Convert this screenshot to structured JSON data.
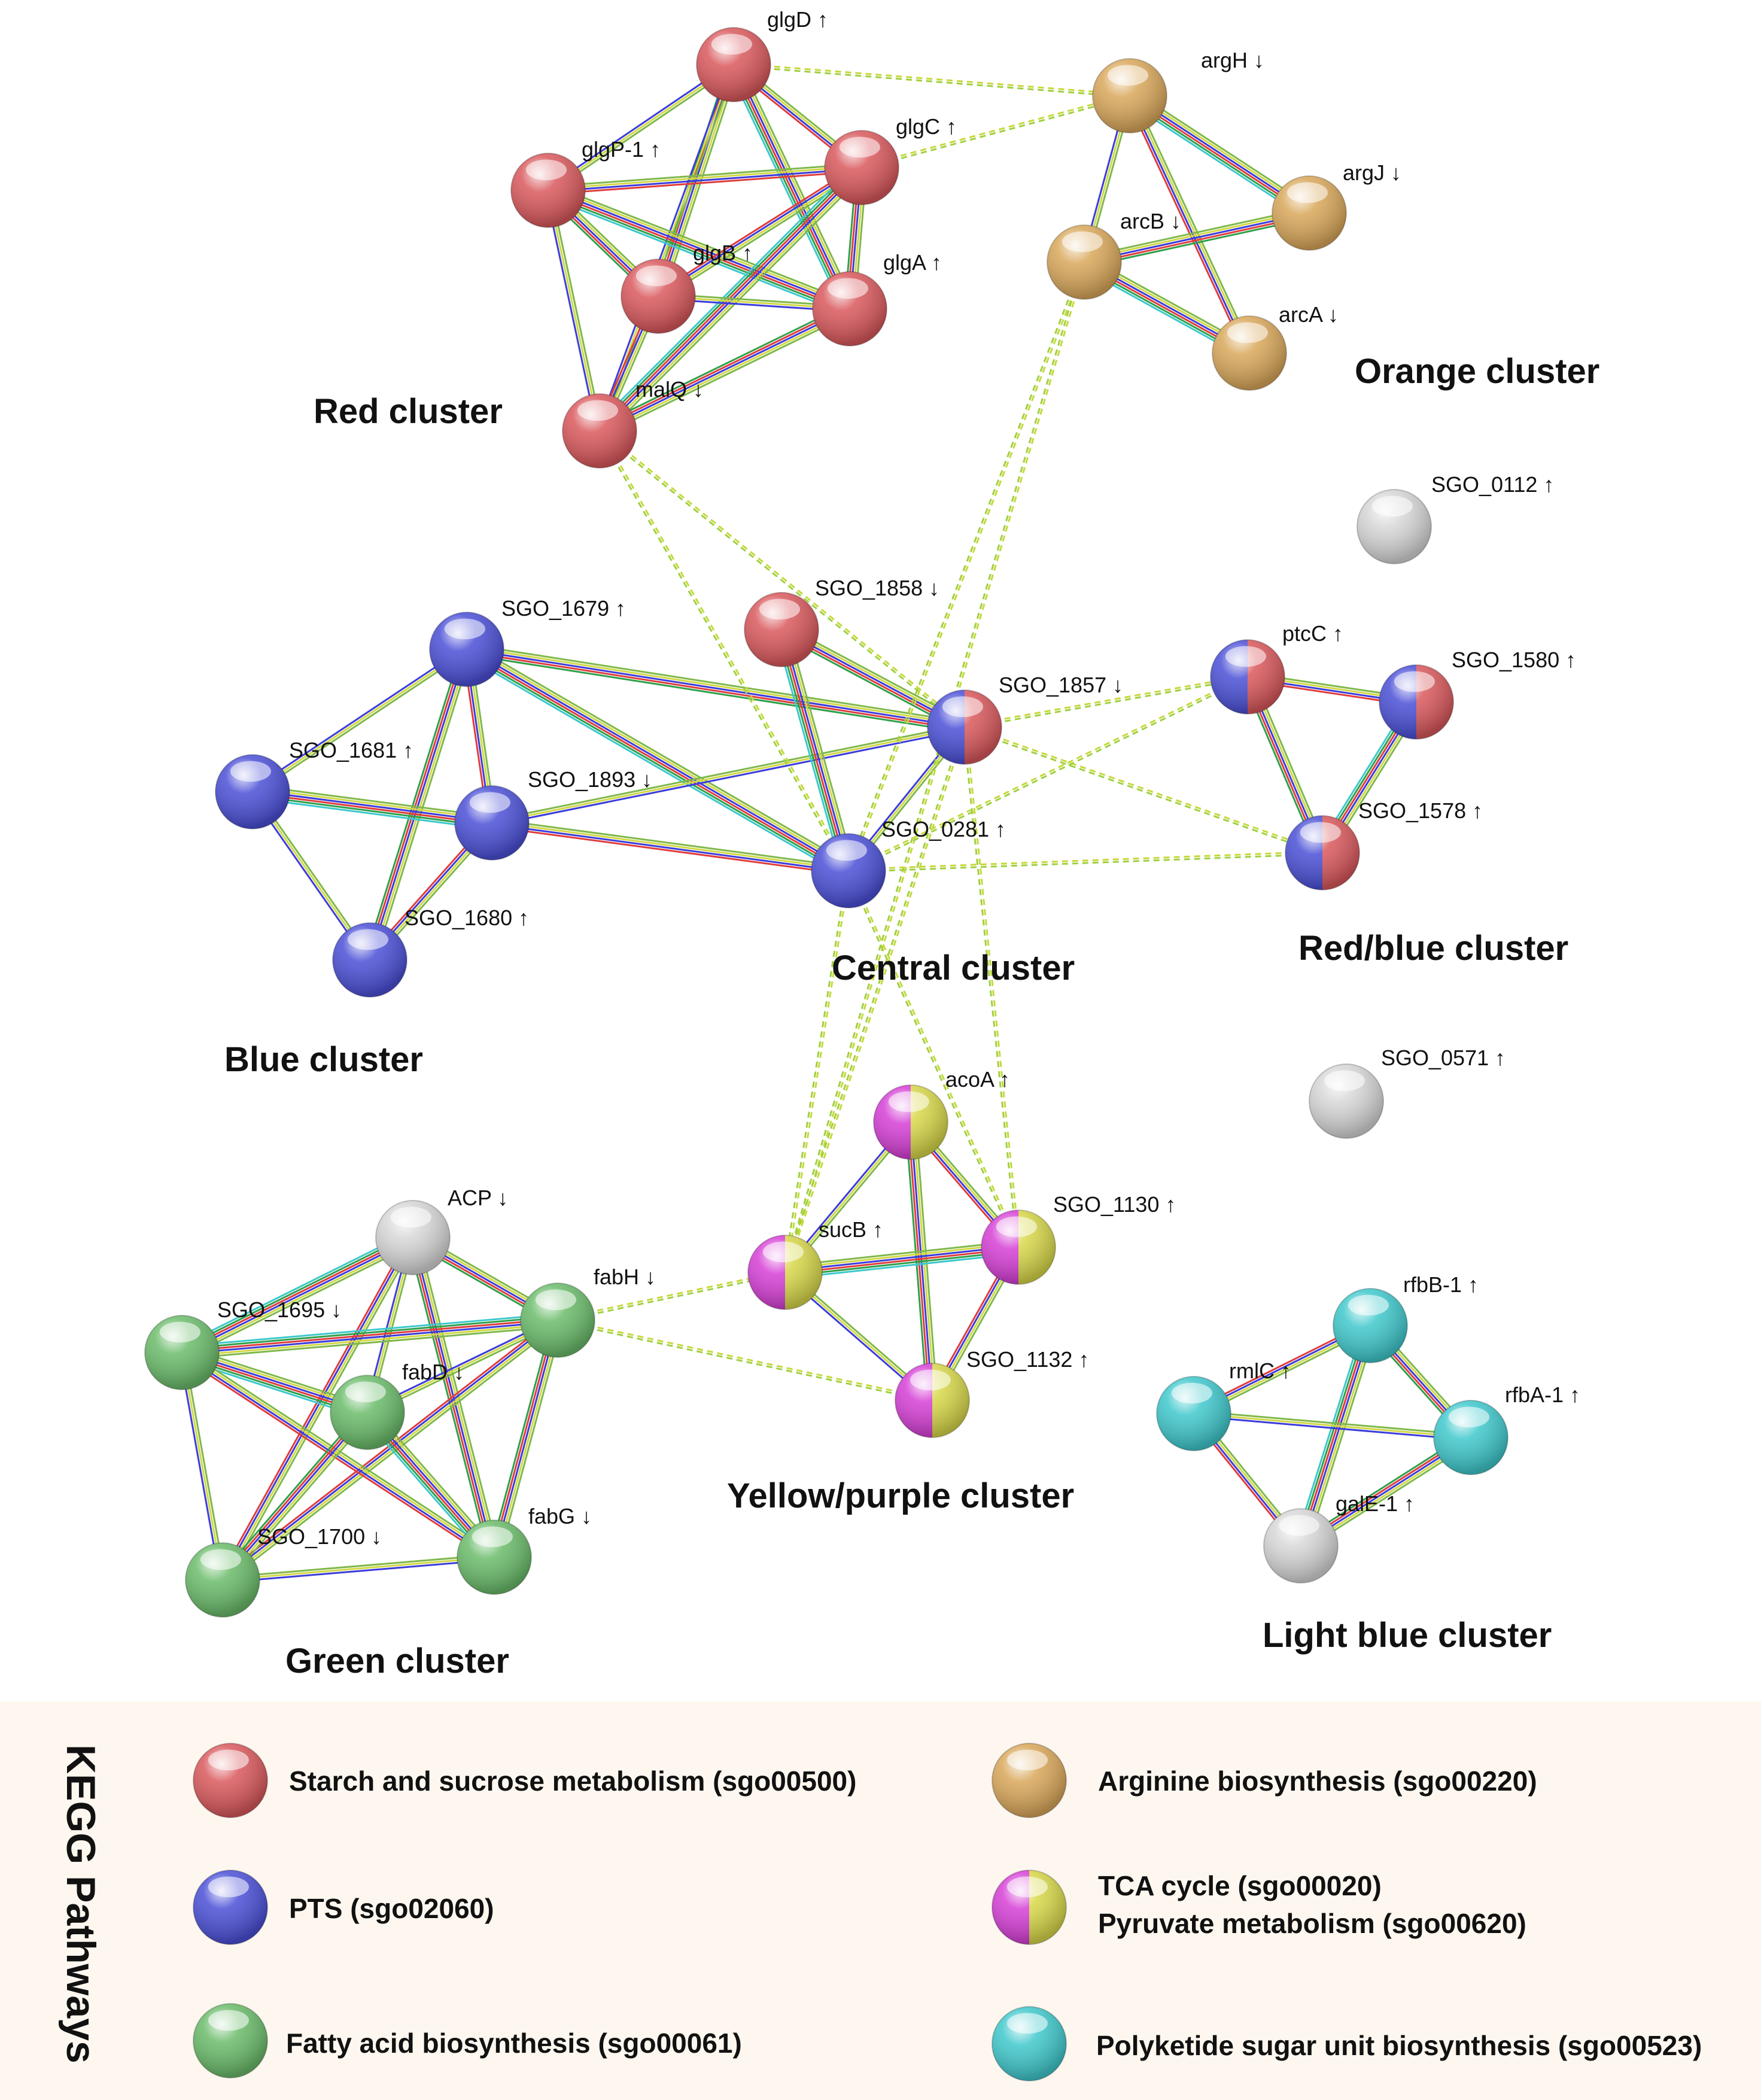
{
  "colors": {
    "red": "#d9585c",
    "blue": "#4a4fd6",
    "green": "#6abb6a",
    "orange": "#d9a75a",
    "magenta": "#d63fd6",
    "yellow": "#d8d84a",
    "cyan": "#3fc8cc",
    "white": "#d6d6d6",
    "legend_bg": "#fdf7ef"
  },
  "nodes": {
    "glgD": {
      "label": "glgD",
      "arrow": "↑",
      "color": "red"
    },
    "glgP1": {
      "label": "glgP-1",
      "arrow": "↑",
      "color": "red"
    },
    "glgC": {
      "label": "glgC",
      "arrow": "↑",
      "color": "red"
    },
    "glgB": {
      "label": "glgB",
      "arrow": "↑",
      "color": "red"
    },
    "glgA": {
      "label": "glgA",
      "arrow": "↑",
      "color": "red"
    },
    "malQ": {
      "label": "malQ",
      "arrow": "↓",
      "color": "red"
    },
    "argH": {
      "label": "argH",
      "arrow": "↓",
      "color": "orange"
    },
    "argJ": {
      "label": "argJ",
      "arrow": "↓",
      "color": "orange"
    },
    "arcB": {
      "label": "arcB",
      "arrow": "↓",
      "color": "orange"
    },
    "arcA": {
      "label": "arcA",
      "arrow": "↓",
      "color": "orange"
    },
    "SGO_0112": {
      "label": "SGO_0112",
      "arrow": "↑",
      "color": "white"
    },
    "SGO_1679": {
      "label": "SGO_1679",
      "arrow": "↑",
      "color": "blue"
    },
    "SGO_1681": {
      "label": "SGO_1681",
      "arrow": "↑",
      "color": "blue"
    },
    "SGO_1893": {
      "label": "SGO_1893",
      "arrow": "↓",
      "color": "blue"
    },
    "SGO_1680": {
      "label": "SGO_1680",
      "arrow": "↑",
      "color": "blue"
    },
    "SGO_1858": {
      "label": "SGO_1858",
      "arrow": "↓",
      "color": "red"
    },
    "SGO_1857": {
      "label": "SGO_1857",
      "arrow": "↓",
      "color": "blue/red"
    },
    "SGO_0281": {
      "label": "SGO_0281",
      "arrow": "↑",
      "color": "blue"
    },
    "ptcC": {
      "label": "ptcC",
      "arrow": "↑",
      "color": "blue/red"
    },
    "SGO_1580": {
      "label": "SGO_1580",
      "arrow": "↑",
      "color": "blue/red"
    },
    "SGO_1578": {
      "label": "SGO_1578",
      "arrow": "↑",
      "color": "blue/red"
    },
    "SGO_0571": {
      "label": "SGO_0571",
      "arrow": "↑",
      "color": "white"
    },
    "acoA": {
      "label": "acoA",
      "arrow": "↑",
      "color": "magenta/yellow"
    },
    "sucB": {
      "label": "sucB",
      "arrow": "↑",
      "color": "magenta/yellow"
    },
    "SGO_1130": {
      "label": "SGO_1130",
      "arrow": "↑",
      "color": "magenta/yellow"
    },
    "SGO_1132": {
      "label": "SGO_1132",
      "arrow": "↑",
      "color": "magenta/yellow"
    },
    "ACP": {
      "label": "ACP",
      "arrow": "↓",
      "color": "white"
    },
    "fabH": {
      "label": "fabH",
      "arrow": "↓",
      "color": "green"
    },
    "SGO_1695": {
      "label": "SGO_1695",
      "arrow": "↓",
      "color": "green"
    },
    "fabD": {
      "label": "fabD",
      "arrow": "↓",
      "color": "green"
    },
    "SGO_1700": {
      "label": "SGO_1700",
      "arrow": "↓",
      "color": "green"
    },
    "fabG": {
      "label": "fabG",
      "arrow": "↓",
      "color": "green"
    },
    "rfbB1": {
      "label": "rfbB-1",
      "arrow": "↑",
      "color": "cyan"
    },
    "rmlC": {
      "label": "rmlC",
      "arrow": "↑",
      "color": "cyan"
    },
    "rfbA1": {
      "label": "rfbA-1",
      "arrow": "↑",
      "color": "cyan"
    },
    "galE1": {
      "label": "galE-1",
      "arrow": "↑",
      "color": "white"
    }
  },
  "clusters": {
    "red": "Red cluster",
    "orange": "Orange cluster",
    "blue": "Blue cluster",
    "central": "Central cluster",
    "redblue": "Red/blue cluster",
    "yellowpurple": "Yellow/purple cluster",
    "green": "Green cluster",
    "lightblue": "Light blue cluster"
  },
  "legend": {
    "title": "KEGG Pathways",
    "items": {
      "starch": "Starch and sucrose metabolism (sgo00500)",
      "pts": "PTS (sgo02060)",
      "fatty": "Fatty acid biosynthesis (sgo00061)",
      "arginine": "Arginine biosynthesis (sgo00220)",
      "tca1": "TCA cycle (sgo00020)",
      "tca2": "Pyruvate metabolism (sgo00620)",
      "polyketide": "Polyketide sugar unit biosynthesis (sgo00523)"
    }
  }
}
